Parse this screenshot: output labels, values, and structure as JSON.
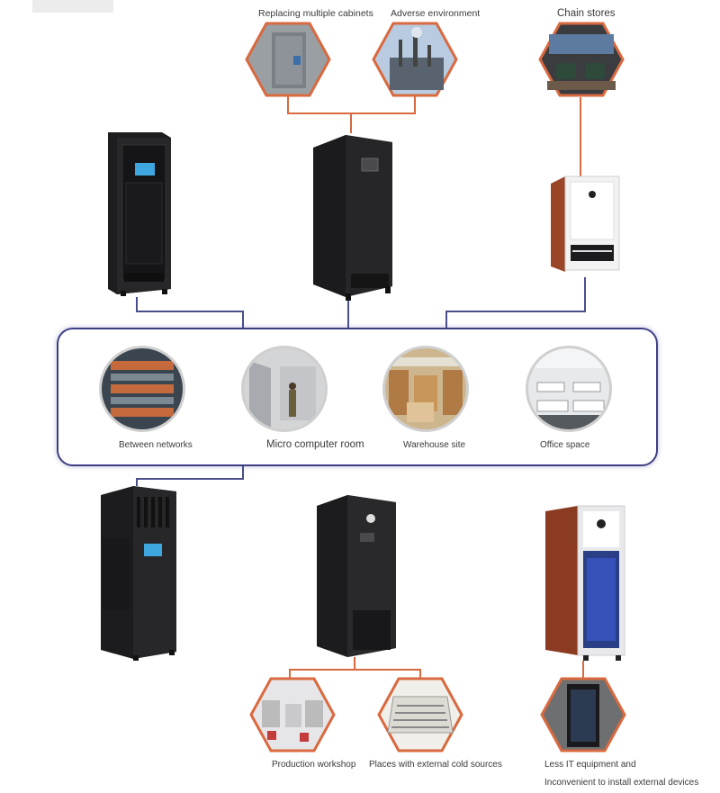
{
  "top_labels": {
    "replacing": "Replacing multiple cabinets",
    "adverse": "Adverse environment",
    "chain": "Chain stores"
  },
  "hub_labels": {
    "between": "Between networks",
    "micro": "Micro computer room",
    "warehouse": "Warehouse site",
    "office": "Office space"
  },
  "bottom_labels": {
    "production": "Production workshop",
    "cold": "Places with external cold sources",
    "less_it_1": "Less IT equipment and",
    "less_it_2": "Inconvenient to install external devices"
  },
  "colors": {
    "connector_orange": "#d9693f",
    "connector_blue": "#4a4f8c",
    "hub_border": "#3f3f86",
    "cabinet_dark": "#1d1d1f",
    "wood": "#8a3b22"
  },
  "icons": [
    "cabinet-image",
    "refinery-image",
    "store-image",
    "server-rack-image",
    "warehouse-image",
    "office-image",
    "workshop-image",
    "cold-source-image",
    "small-cabinet-image"
  ]
}
